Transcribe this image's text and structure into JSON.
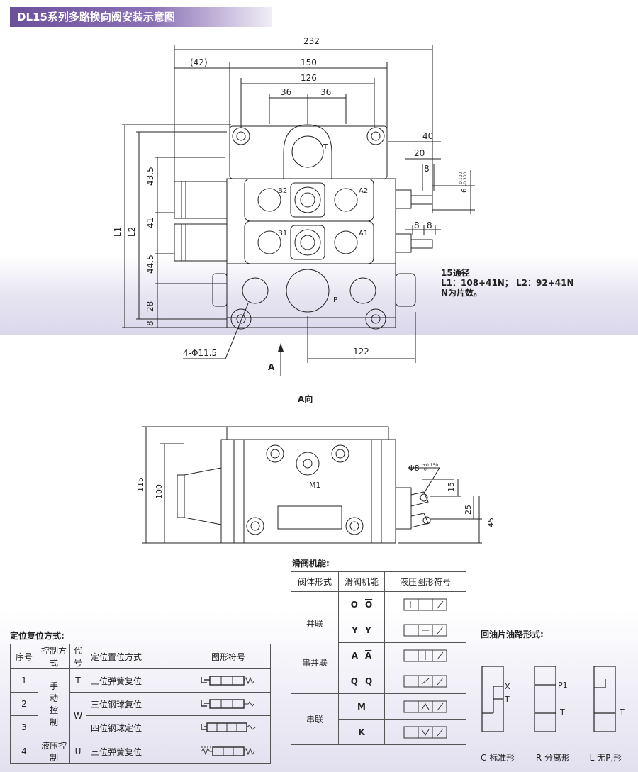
{
  "title": "DL15系列多路换向阀安装示意图",
  "dims": {
    "d232": "232",
    "d42": "(42)",
    "d150": "150",
    "d126": "126",
    "d36a": "36",
    "d36b": "36",
    "d40": "40",
    "d20": "20",
    "d8a": "8",
    "d6": "6",
    "tol_top": "-0.100",
    "tol_bot": "-0.300",
    "d8b": "8",
    "d8c": "8",
    "L1": "L1",
    "L2": "L2",
    "d43_5": "43.5",
    "d41": "41",
    "d44_5": "44.5",
    "d28": "28",
    "d8d": "8",
    "hole": "4-Φ11.5",
    "d122": "122",
    "port_T": "T",
    "port_B2": "B2",
    "port_A2": "A2",
    "port_B1": "B1",
    "port_A1": "A1",
    "port_P": "P",
    "arrow_A": "A"
  },
  "note": {
    "line1": "15通径",
    "line2": "L1：108+41N；  L2：92+41N",
    "line3": "N为片数。"
  },
  "view_a": {
    "label": "A向",
    "d115": "115",
    "d100": "100",
    "d15": "15",
    "d25": "25",
    "d45": "45",
    "phi8": "Φ8",
    "tol_top": "+0.150",
    "tol_bot": "0",
    "m1": "M1"
  },
  "spool_table": {
    "heading": "滑阀机能:",
    "headers": [
      "阀体形式",
      "滑阀机能",
      "液压图形符号"
    ],
    "groups": [
      "并联",
      "串并联",
      "串联"
    ],
    "rows": [
      {
        "a": "O",
        "b": "O"
      },
      {
        "a": "Y",
        "b": "Y"
      },
      {
        "a": "A",
        "b": "A"
      },
      {
        "a": "Q",
        "b": "Q"
      },
      {
        "a": "M",
        "b": ""
      },
      {
        "a": "K",
        "b": ""
      }
    ]
  },
  "detent_table": {
    "heading": "定位复位方式:",
    "headers": [
      "序号",
      "控制方式",
      "代号",
      "定位置位方式",
      "图形符号"
    ],
    "ctrl_manual": "手动控制",
    "ctrl_hyd": "液压控制",
    "rows": [
      {
        "no": "1",
        "code": "T",
        "desc": "三位弹簧复位"
      },
      {
        "no": "2",
        "code": "W",
        "desc": "三位钢球复位"
      },
      {
        "no": "3",
        "code": "",
        "desc": "四位钢球定位"
      },
      {
        "no": "4",
        "code": "U",
        "desc": "三位弹簧复位"
      }
    ]
  },
  "return_section": {
    "heading": "回油片油路形式:",
    "labels": {
      "x": "X",
      "t1": "T",
      "p1": "P1",
      "t2": "T",
      "t3": "T"
    },
    "captions": [
      "C  标准形",
      "R  分离形",
      "L  无P,形"
    ]
  }
}
